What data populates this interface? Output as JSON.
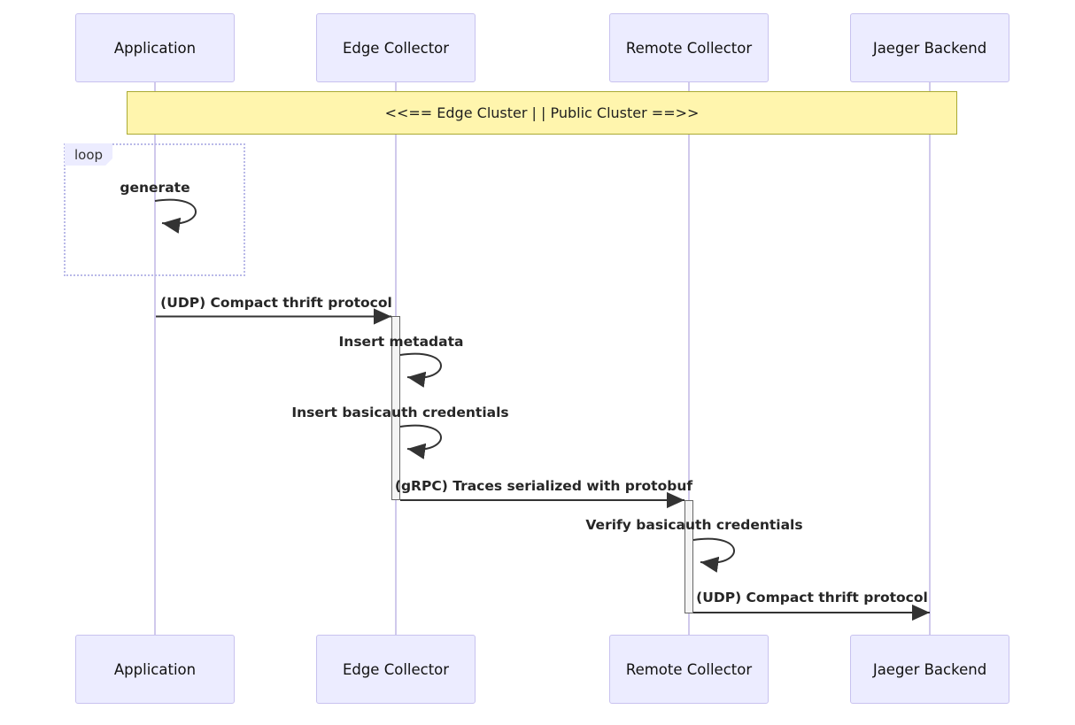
{
  "diagram_type": "sequence-diagram",
  "participants": [
    {
      "label": "Application"
    },
    {
      "label": "Edge Collector"
    },
    {
      "label": "Remote Collector"
    },
    {
      "label": "Jaeger Backend"
    }
  ],
  "note": {
    "text": "<<== Edge Cluster | | Public Cluster ==>>",
    "over": [
      "Application",
      "Edge Collector",
      "Remote Collector",
      "Jaeger Backend"
    ]
  },
  "loop": {
    "label": "loop"
  },
  "messages": [
    {
      "label": "generate",
      "type": "self",
      "from": "Application",
      "to": "Application"
    },
    {
      "label": "(UDP) Compact thrift protocol",
      "type": "solid-arrow",
      "from": "Application",
      "to": "Edge Collector"
    },
    {
      "label": "Insert metadata",
      "type": "self",
      "from": "Edge Collector",
      "to": "Edge Collector"
    },
    {
      "label": "Insert basicauth credentials",
      "type": "self",
      "from": "Edge Collector",
      "to": "Edge Collector"
    },
    {
      "label": "(gRPC) Traces serialized with protobuf",
      "type": "solid-arrow",
      "from": "Edge Collector",
      "to": "Remote Collector"
    },
    {
      "label": "Verify basicauth credentials",
      "type": "self",
      "from": "Remote Collector",
      "to": "Remote Collector"
    },
    {
      "label": "(UDP) Compact thrift protocol",
      "type": "solid-arrow",
      "from": "Remote Collector",
      "to": "Jaeger Backend"
    }
  ],
  "colors": {
    "actor_fill": "#ECECFF",
    "actor_border": "#c8c2ef",
    "lifeline": "#d0c9ec",
    "note_fill": "#fff5ad",
    "note_border": "#aaaa33",
    "loop_border": "#b9b9e8",
    "activation_fill": "#f4f4f4",
    "activation_border": "#666666",
    "arrow": "#333333"
  }
}
